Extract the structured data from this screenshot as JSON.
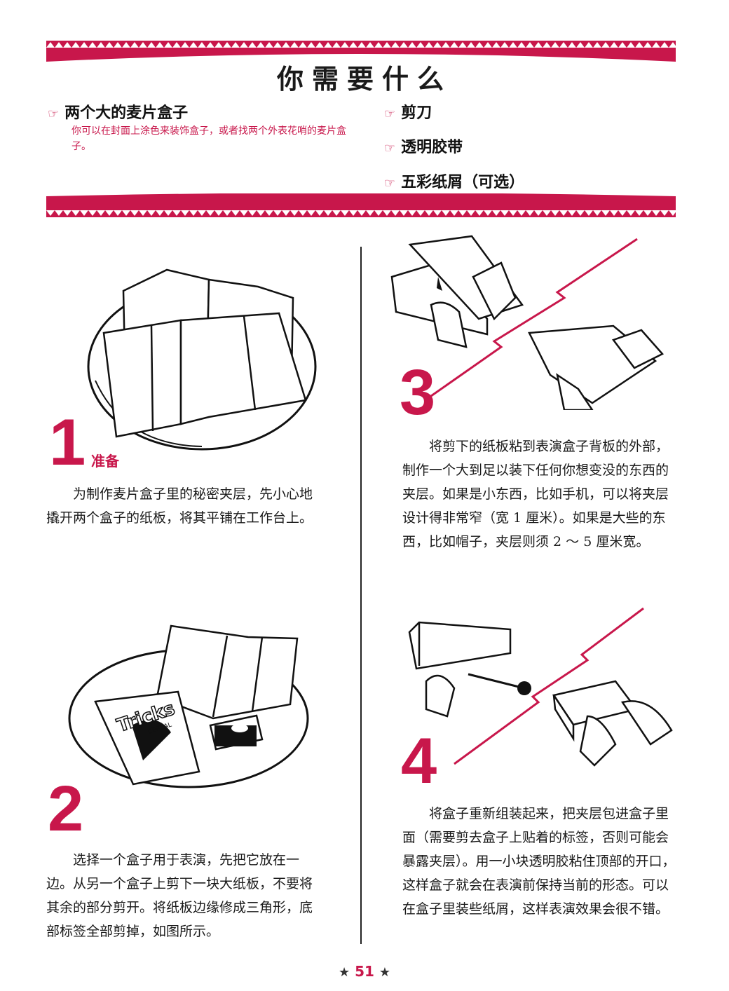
{
  "header": {
    "title": "你需要什么",
    "items_left": [
      {
        "name": "两个大的麦片盒子",
        "note": "你可以在封面上涂色来装饰盒子，或者找两个外表花哨的麦片盒子。"
      }
    ],
    "items_right": [
      {
        "name": "剪刀"
      },
      {
        "name": "透明胶带"
      },
      {
        "name": "五彩纸屑（可选）"
      }
    ],
    "bullet_icon": "pointing-hand-icon",
    "accent_color": "#c8174b"
  },
  "steps": [
    {
      "number": "1",
      "label": "准备",
      "text": "为制作麦片盒子里的秘密夹层，先小心地撬开两个盒子的纸板，将其平铺在工作台上。"
    },
    {
      "number": "2",
      "label": "",
      "text": "选择一个盒子用于表演，先把它放在一边。从另一个盒子上剪下一块大纸板，不要将其余的部分剪开。将纸板边缘修成三角形，底部标签全部剪掉，如图所示。"
    },
    {
      "number": "3",
      "label": "",
      "text": "将剪下的纸板粘到表演盒子背板的外部，制作一个大到足以装下任何你想变没的东西的夹层。如果是小东西，比如手机，可以将夹层设计得非常窄（宽 1 厘米）。如果是大些的东西，比如帽子，夹层则须 2 ～ 5 厘米宽。"
    },
    {
      "number": "4",
      "label": "",
      "text": "将盒子重新组装起来，把夹层包进盒子里面（需要剪去盒子上贴着的标签，否则可能会暴露夹层）。用一小块透明胶粘住顶部的开口，这样盒子就会在表演前保持当前的形态。可以在盒子里装些纸屑，这样表演效果会很不错。"
    }
  ],
  "illustration_text": {
    "cereal_brand": "Tricks",
    "cereal_sub": "CEREAL"
  },
  "footer": {
    "page_number": "51",
    "star_icon": "star-icon"
  }
}
